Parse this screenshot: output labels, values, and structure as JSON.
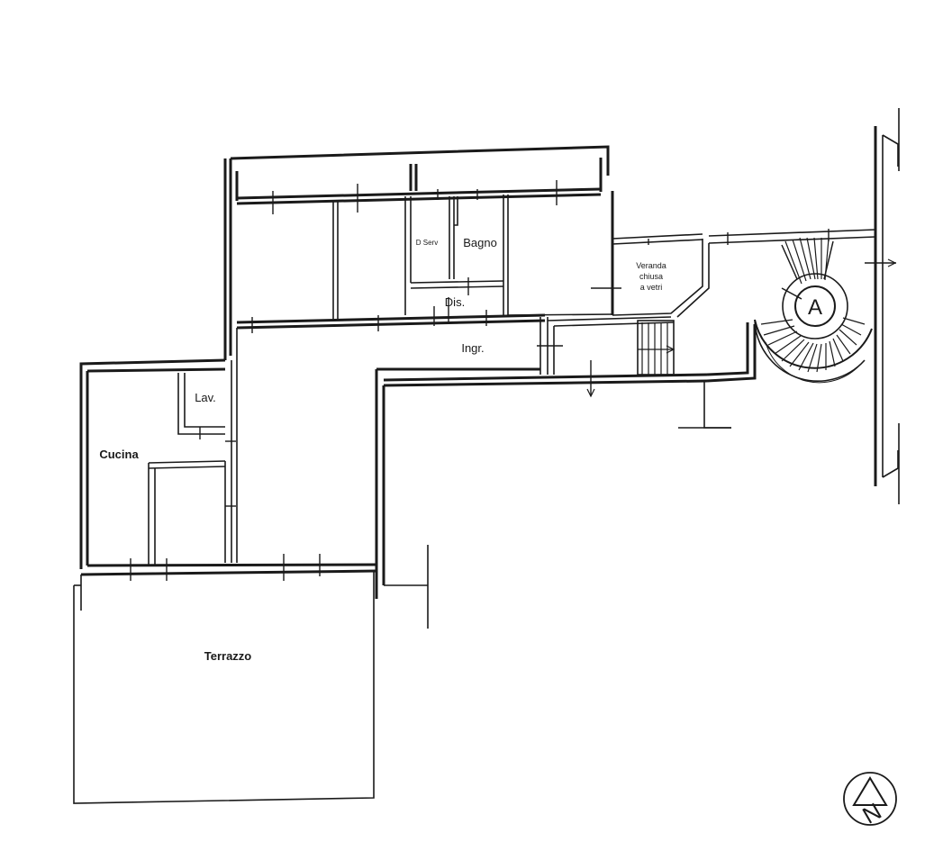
{
  "rooms": {
    "bagno": "Bagno",
    "d_serv": "D Serv",
    "dis": "Dis.",
    "ingr": "Ingr.",
    "veranda": [
      "Veranda",
      "chiusa",
      "a vetri"
    ],
    "lav": "Lav.",
    "cucina": "Cucina",
    "terrazzo": "Terrazzo"
  },
  "stair_label": "A",
  "compass_label": "N",
  "colors": {
    "line": "#1a1a1a",
    "paper": "#ffffff"
  }
}
